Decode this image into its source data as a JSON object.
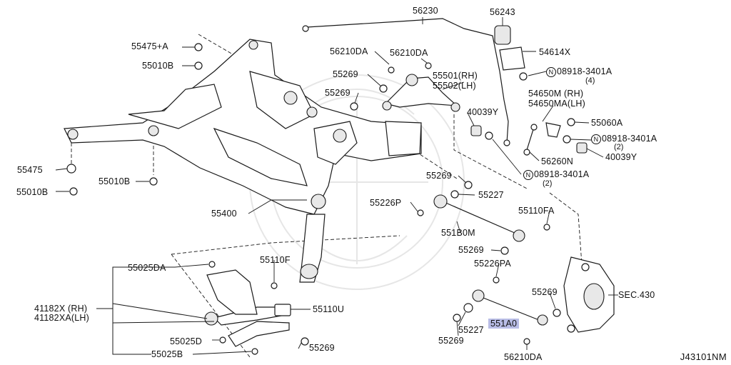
{
  "diagram": {
    "code": "J43101NM",
    "highlight_color": "#b9bde6",
    "labels": {
      "p56230": "56230",
      "p56243": "56243",
      "p55475A": "55475+A",
      "p56210DA_1": "56210DA",
      "p56210DA_2": "56210DA",
      "p54614X": "54614X",
      "p55010B_1": "55010B",
      "p55269_1": "55269",
      "p55501": "55501(RH)",
      "p55502": "55502(LH)",
      "p08918_1": "08918-3401A",
      "p08918_1_qty": "(4)",
      "p55269_2": "55269",
      "p54650M": "54650M (RH)",
      "p54650MA": "54650MA(LH)",
      "p40039Y_1": "40039Y",
      "p55060A": "55060A",
      "p08918_2": "08918-3401A",
      "p08918_2_qty": "(2)",
      "p40039Y_2": "40039Y",
      "p56260N": "56260N",
      "p55475": "55475",
      "p55010B_2": "55010B",
      "p55010B_3": "55010B",
      "p08918_3": "08918-3401A",
      "p08918_3_qty": "(2)",
      "p55269_3": "55269",
      "p55227_1": "55227",
      "p55226P": "55226P",
      "p55110FA": "55110FA",
      "p55400": "55400",
      "p551B0M": "551B0M",
      "p55269_4": "55269",
      "p55025DA": "55025DA",
      "p55110F": "55110F",
      "p55226PA": "55226PA",
      "p41182X": "41182X (RH)",
      "p41182XA": "41182XA(LH)",
      "p55110U": "55110U",
      "p55269_5": "55269",
      "pSEC430": "SEC.430",
      "p55227_2": "55227",
      "p551A0": "551A0",
      "p55025D": "55025D",
      "p55269_6": "55269",
      "p55269_7": "55269",
      "p55025B": "55025B",
      "p56210DA_3": "56210DA",
      "circle_letter": "N"
    }
  }
}
